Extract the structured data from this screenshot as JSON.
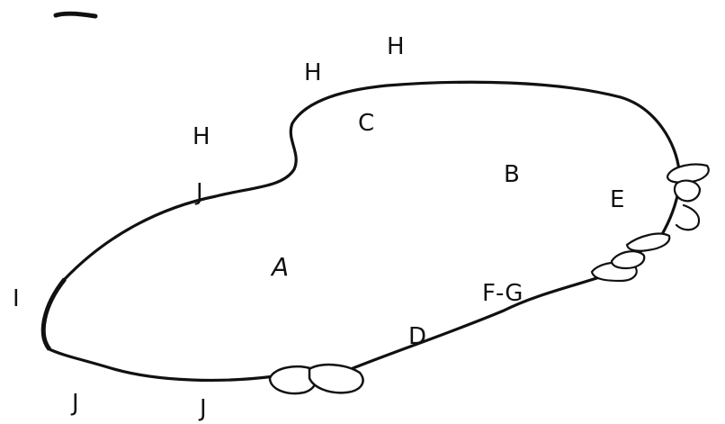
{
  "diagram": {
    "labels": {
      "h1": "H",
      "h2": "H",
      "h3": "H",
      "c": "C",
      "b": "B",
      "e": "E",
      "j_upper": "J",
      "a": "A",
      "i": "I",
      "fg": "F-G",
      "d": "D",
      "j_lower_left": "J",
      "j_lower_mid": "J"
    },
    "colors": {
      "ink": "#111111",
      "background": "#ffffff"
    }
  }
}
